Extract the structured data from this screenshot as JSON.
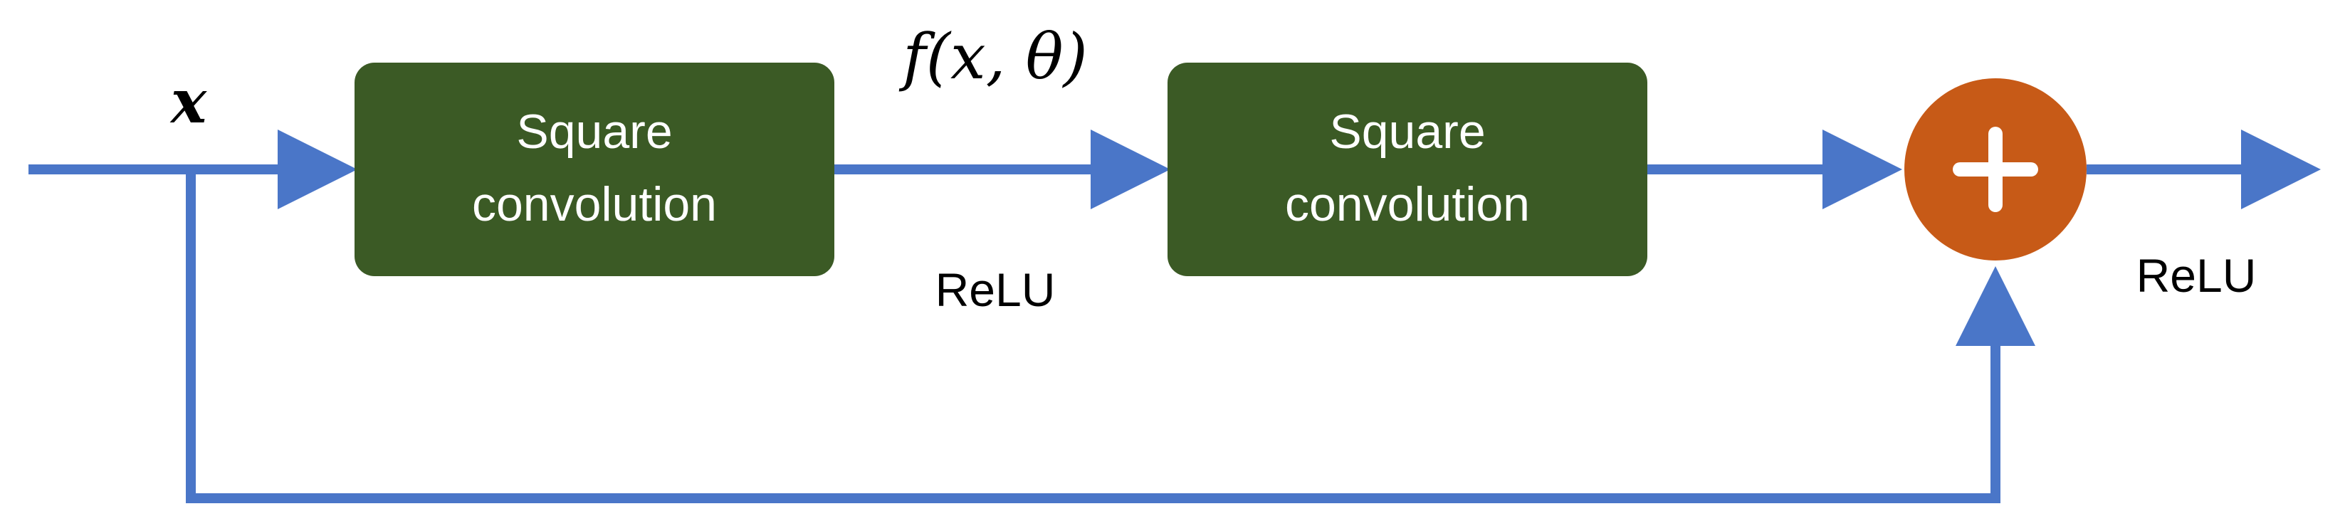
{
  "input_label": "x",
  "function_label": "f(x, θ)",
  "block1": {
    "line1": "Square",
    "line2": "convolution"
  },
  "block2": {
    "line1": "Square",
    "line2": "convolution"
  },
  "activation1": "ReLU",
  "activation2": "ReLU",
  "sum_symbol": "+",
  "colors": {
    "block_fill": "#3b5a25",
    "arrow": "#4a76c8",
    "sum_node": "#c75a17",
    "text_on_block": "#ffffff",
    "text": "#000000"
  },
  "icons": {
    "sum_node": "plus-icon",
    "arrows": "arrow-right-icon"
  }
}
